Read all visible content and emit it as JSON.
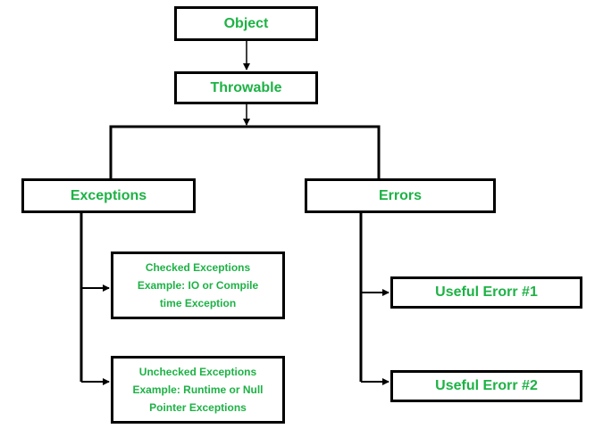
{
  "colors": {
    "text": "#1db245",
    "stroke": "#000000",
    "background": "#ffffff"
  },
  "nodes": {
    "object": "Object",
    "throwable": "Throwable",
    "exceptions": "Exceptions",
    "errors": "Errors",
    "checked": [
      "Checked Exceptions",
      "Example: IO or Compile",
      "time Exception"
    ],
    "unchecked": [
      "Unchecked Exceptions",
      "Example: Runtime or Null",
      "Pointer Exceptions"
    ],
    "useful_error_1": "Useful Erorr #1",
    "useful_error_2": "Useful Erorr #2"
  }
}
